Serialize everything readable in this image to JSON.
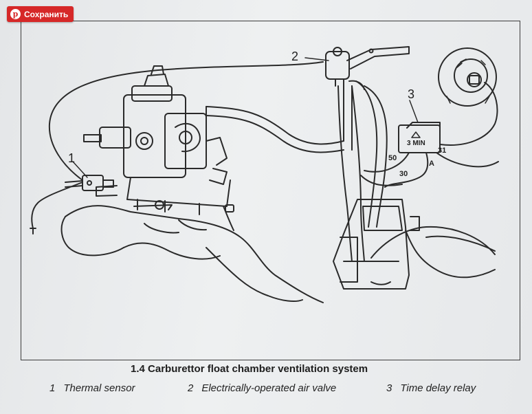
{
  "toolbar": {
    "save_label": "Сохранить",
    "save_icon": "pinterest-icon"
  },
  "figure": {
    "caption": "1.4  Carburettor float chamber ventilation system",
    "callouts": [
      "1",
      "2",
      "3"
    ],
    "relay_text": "3 MIN",
    "terminals": [
      "31",
      "50",
      "30",
      "A"
    ]
  },
  "legend": [
    {
      "number": "1",
      "label": "Thermal sensor"
    },
    {
      "number": "2",
      "label": "Electrically-operated air valve"
    },
    {
      "number": "3",
      "label": "Time delay relay"
    }
  ],
  "colors": {
    "save_button": "#d62828",
    "line_art": "#2a2a2a",
    "paper": "#e9ebec"
  }
}
